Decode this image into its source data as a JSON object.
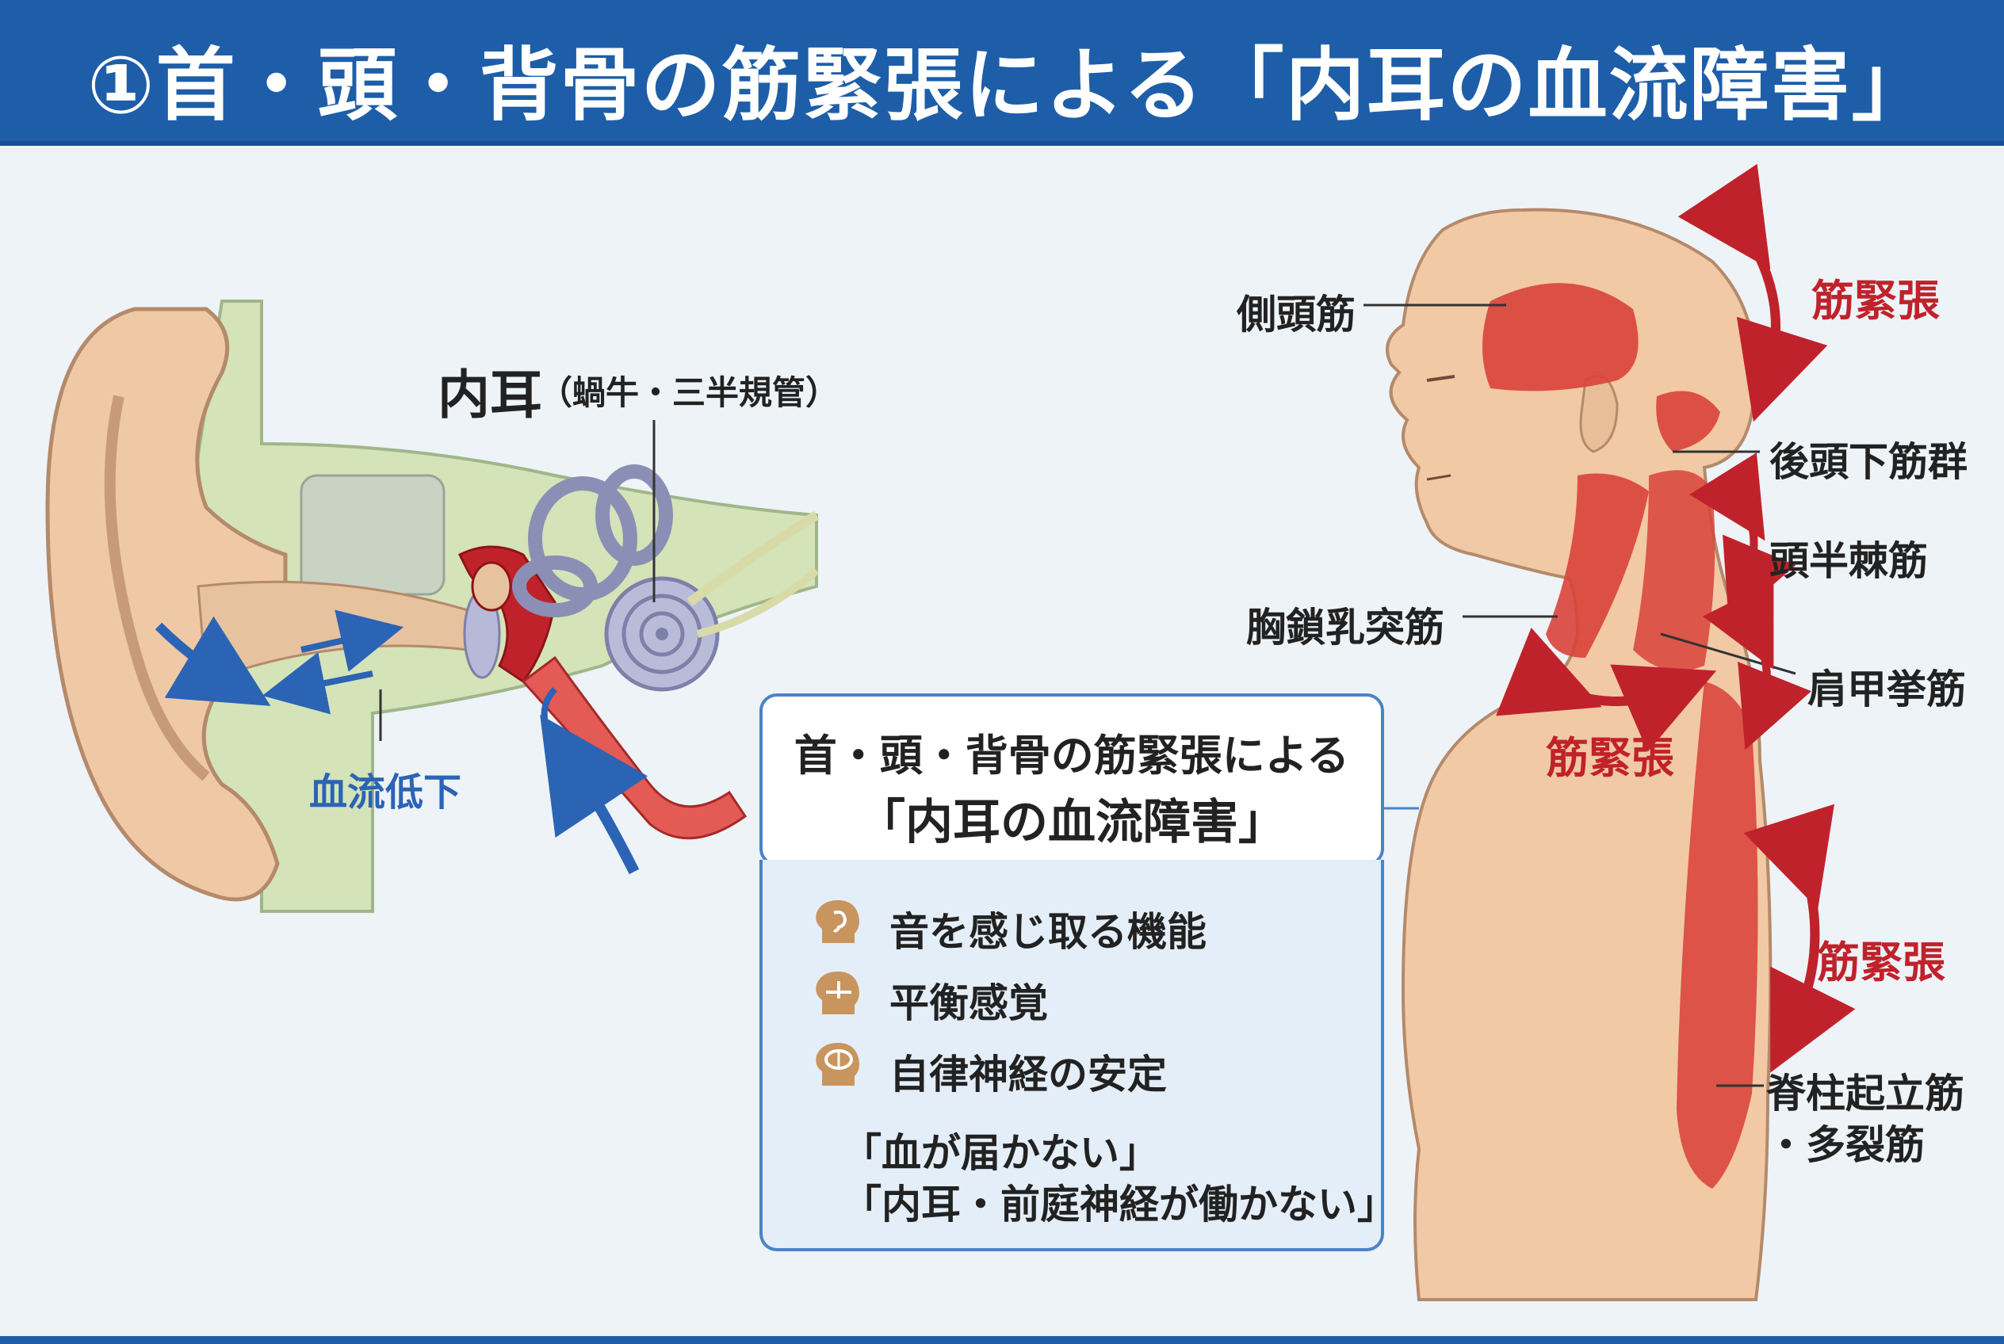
{
  "header": {
    "title": "①首・頭・背骨の筋緊張による「内耳の血流障害」"
  },
  "ear": {
    "inner_ear_main": "内耳",
    "inner_ear_sub": "（蝸牛・三半規管）",
    "bloodflow_label": "血流低下"
  },
  "body": {
    "temporalis": "側頭筋",
    "suboccipital": "後頭下筋群",
    "semispinalis": "頭半棘筋",
    "scm": "胸鎖乳突筋",
    "levator": "肩甲挙筋",
    "erector_line1": "脊柱起立筋",
    "erector_line2": "・多裂筋",
    "tension_top": "筋緊張",
    "tension_shoulder": "筋緊張",
    "tension_back": "筋緊張"
  },
  "callout": {
    "title_line1": "首・頭・背骨の筋緊張による",
    "title_line2": "「内耳の血流障害」",
    "items": [
      {
        "icon": "ear-head-icon",
        "text": "音を感じ取る機能"
      },
      {
        "icon": "balance-head-icon",
        "text": "平衡感覚"
      },
      {
        "icon": "brain-head-icon",
        "text": "自律神経の安定"
      }
    ],
    "quote1": "「血が届かない」",
    "quote2": "「内耳・前庭神経が働かない」"
  },
  "colors": {
    "header_blue": "#1e5ea8",
    "tension_red": "#c0222b",
    "flow_blue": "#2b64b4",
    "skin": "#f1c9a5",
    "muscle": "#d9423a"
  }
}
